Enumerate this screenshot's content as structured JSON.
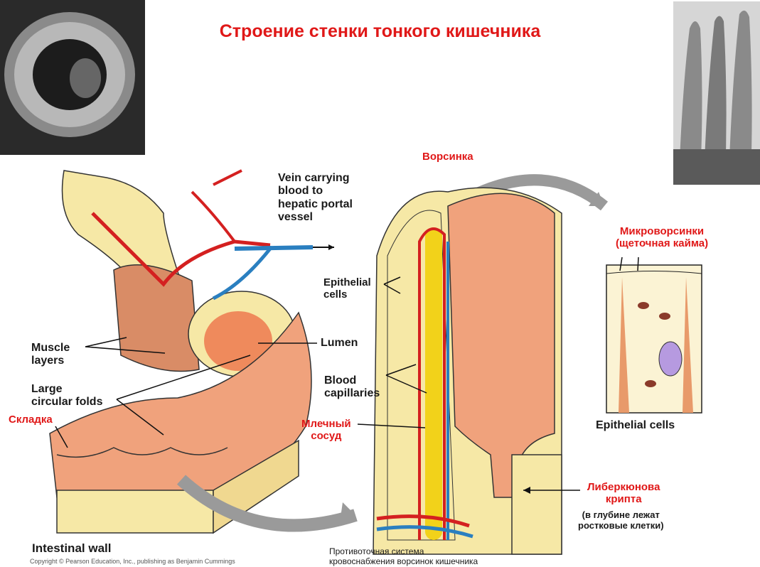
{
  "title": "Строение стенки тонкого кишечника",
  "labels": {
    "villus_ru": "Ворсинка",
    "vein": "Vein carrying\nblood to\nhepatic portal\nvessel",
    "epithelial_cells_a": "Epithelial\ncells",
    "lumen": "Lumen",
    "muscle_layers": "Muscle\nlayers",
    "circular_folds": "Large\ncircular folds",
    "fold_ru": "Складка",
    "blood_capillaries": "Blood\ncapillaries",
    "lacteal_ru": "Млечный\nсосуд",
    "microvilli_ru": "Микроворсинки\n(щеточная кайма)",
    "epithelial_cells_b": "Epithelial cells",
    "crypt_ru": "Либеркюнова\nкрипта",
    "crypt_note_ru": "(в глубине лежат\nростковые клетки)",
    "intestinal_wall": "Intestinal wall",
    "copyright": "Copyright © Pearson Education, Inc., publishing as Benjamin Cummings",
    "countercurrent_ru": "Противоточная  система\nкровоснабжения ворсинок кишечника"
  },
  "colors": {
    "title_red": "#e01818",
    "artery_red": "#d42020",
    "vein_blue": "#2a7fc0",
    "mucosa_pink": "#efa07c",
    "outer_yellow": "#f6e8a6",
    "lacteal_yellow": "#f2d21a",
    "nucleus_purple": "#b69ae0"
  }
}
